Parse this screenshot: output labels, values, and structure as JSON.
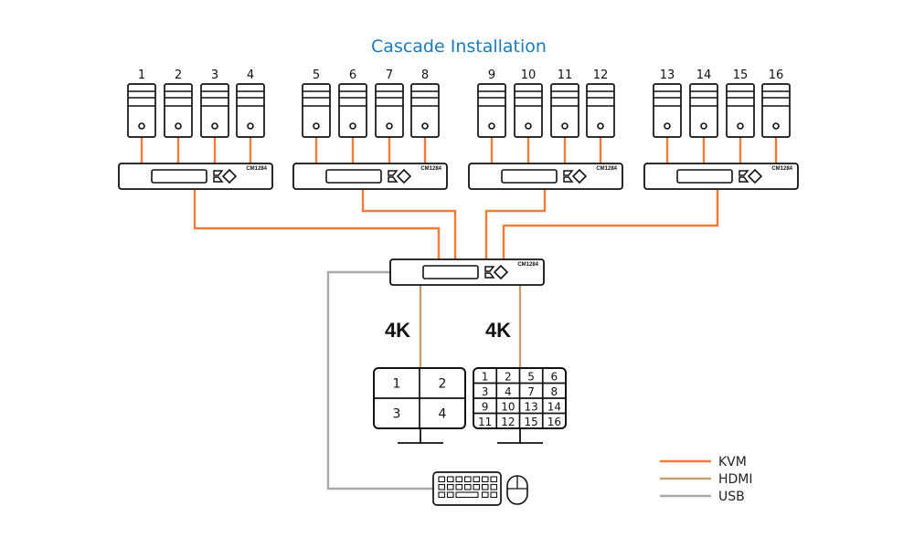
{
  "title": "Cascade Installation",
  "colors": {
    "kvm": "#f07a3a",
    "hdmi": "#c8a06a",
    "usb": "#a8a8a8",
    "title": "#1a7bb8",
    "outline": "#111111"
  },
  "computers": [
    {
      "label": "1"
    },
    {
      "label": "2"
    },
    {
      "label": "3"
    },
    {
      "label": "4"
    },
    {
      "label": "5"
    },
    {
      "label": "6"
    },
    {
      "label": "7"
    },
    {
      "label": "8"
    },
    {
      "label": "9"
    },
    {
      "label": "10"
    },
    {
      "label": "11"
    },
    {
      "label": "12"
    },
    {
      "label": "13"
    },
    {
      "label": "14"
    },
    {
      "label": "15"
    },
    {
      "label": "16"
    }
  ],
  "kvm_switches": {
    "second_level": [
      {
        "model": "CM1284"
      },
      {
        "model": "CM1284"
      },
      {
        "model": "CM1284"
      },
      {
        "model": "CM1284"
      }
    ],
    "master": {
      "model": "CM1284"
    }
  },
  "displays": [
    {
      "badge": "4K",
      "layout": "2x2",
      "cells": [
        "1",
        "2",
        "3",
        "4"
      ]
    },
    {
      "badge": "4K",
      "layout": "4x4",
      "cells": [
        "1",
        "2",
        "5",
        "6",
        "3",
        "4",
        "7",
        "8",
        "9",
        "10",
        "13",
        "14",
        "11",
        "12",
        "15",
        "16"
      ]
    }
  ],
  "peripherals": [
    {
      "type": "keyboard-icon"
    },
    {
      "type": "mouse-icon"
    }
  ],
  "legend": [
    {
      "label": "KVM",
      "color": "#f07a3a"
    },
    {
      "label": "HDMI",
      "color": "#c8a06a"
    },
    {
      "label": "USB",
      "color": "#a8a8a8"
    }
  ]
}
